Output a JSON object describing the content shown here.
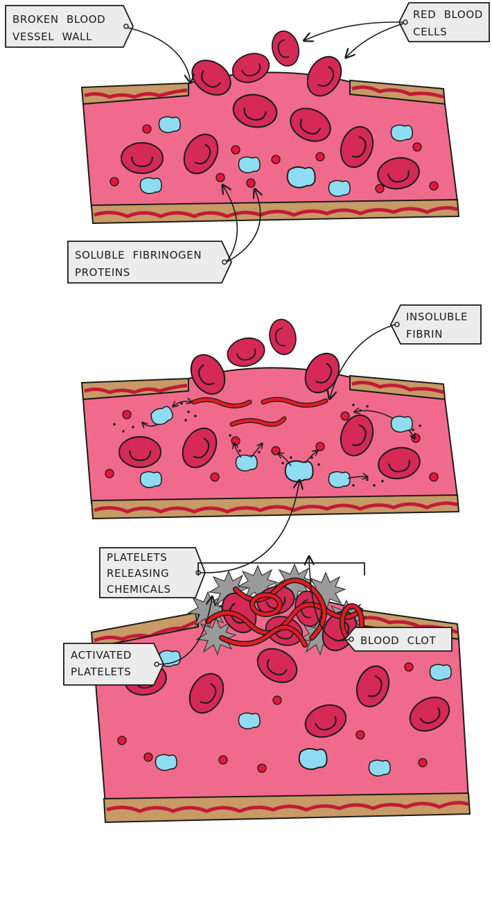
{
  "labels": {
    "broken_wall": [
      "BROKEN BLOOD",
      "VESSEL WALL"
    ],
    "red_cells": [
      "RED BLOOD",
      "CELLS"
    ],
    "fibrinogen": [
      "SOLUBLE FIBRINOGEN",
      "PROTEINS"
    ],
    "fibrin": [
      "INSOLUBLE",
      "FIBRIN"
    ],
    "platelets_releasing": [
      "PLATELETS",
      "RELEASING",
      "CHEMICALS"
    ],
    "blood_clot": [
      "BLOOD CLOT"
    ],
    "activated_platelets": [
      "ACTIVATED",
      "PLATELETS"
    ]
  },
  "colors": {
    "plasma": "#f06b8b",
    "red_cell": "#d42a55",
    "red_cell_dark": "#a01838",
    "platelet": "#8fdcf2",
    "wall_tan": "#c79a66",
    "wall_red": "#c21a38",
    "fibrin": "#e31b23",
    "activated_platelet": "#9a9a9a",
    "tag_fill": "#ececec"
  },
  "panels": [
    "panel-fibrinogen",
    "panel-fibrin-formation",
    "panel-blood-clot"
  ]
}
